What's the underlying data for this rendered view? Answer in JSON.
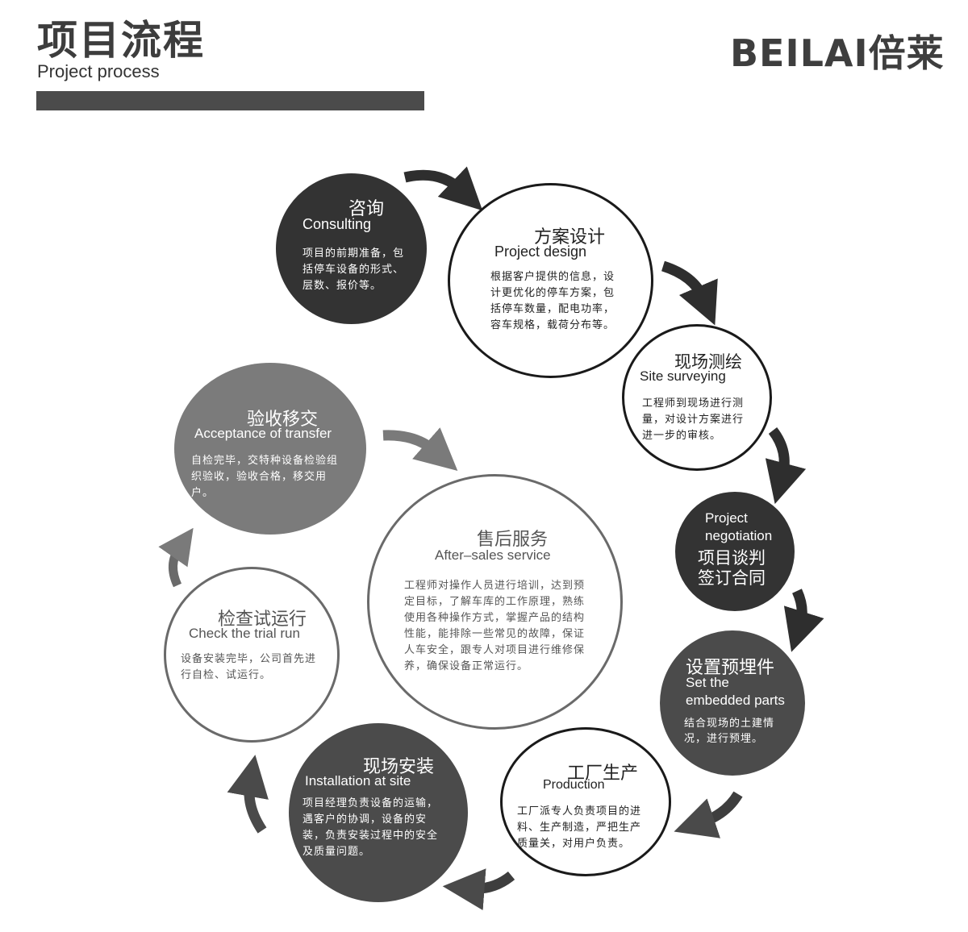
{
  "header": {
    "title_cn": "项目流程",
    "title_en": "Project process",
    "brand": "BEILAI倍莱"
  },
  "colors": {
    "dark_fill": "#333333",
    "mid_fill": "#4b4b4b",
    "grey_fill": "#7b7b7b",
    "outline": "#1a1a1a",
    "header_bar": "#4b4b4b"
  },
  "steps": [
    {
      "id": "consulting",
      "title_cn": "咨询",
      "title_en": "Consulting",
      "desc": "项目的前期准备，包\n括停车设备的形式、\n层数、报价等。"
    },
    {
      "id": "project-design",
      "title_cn": "方案设计",
      "title_en": "Project design",
      "desc": "根据客户提供的信息，设\n计更优化的停车方案，包\n括停车数量，配电功率，\n容车规格，载荷分布等。"
    },
    {
      "id": "site-surveying",
      "title_cn": "现场测绘",
      "title_en": "Site surveying",
      "desc": "工程师到现场进行测\n量，对设计方案进行\n进一步的审核。"
    },
    {
      "id": "project-negotiation",
      "title_en": "Project\nnegotiation",
      "title_cn": "项目谈判\n签订合同"
    },
    {
      "id": "embedded-parts",
      "title_cn": "设置预埋件",
      "title_en": "Set the\nembedded parts",
      "desc": "结合现场的土建情\n况，进行预埋。"
    },
    {
      "id": "production",
      "title_cn": "工厂生产",
      "title_en": "Production",
      "desc": "工厂派专人负责项目的进\n料、生产制造，严把生产\n质量关，对用户负责。"
    },
    {
      "id": "installation",
      "title_cn": "现场安装",
      "title_en": "Installation at site",
      "desc": "项目经理负责设备的运输，\n遇客户的协调，设备的安\n装，负责安装过程中的安全\n及质量问题。"
    },
    {
      "id": "trial-run",
      "title_cn": "检查试运行",
      "title_en": "Check the trial run",
      "desc": "设备安装完毕，公司首先进\n行自检、试运行。"
    },
    {
      "id": "acceptance",
      "title_cn": "验收移交",
      "title_en": "Acceptance of transfer",
      "desc": "自检完毕，交特种设备检验组\n织验收，验收合格，移交用\n户。"
    },
    {
      "id": "after-sales",
      "title_cn": "售后服务",
      "title_en": "After–sales service",
      "desc": "工程师对操作人员进行培训，达到预\n定目标，了解车库的工作原理，熟练\n使用各种操作方式，掌握产品的结构\n性能，能排除一些常见的故障，保证\n人车安全，跟专人对项目进行维修保\n养，确保设备正常运行。"
    }
  ]
}
